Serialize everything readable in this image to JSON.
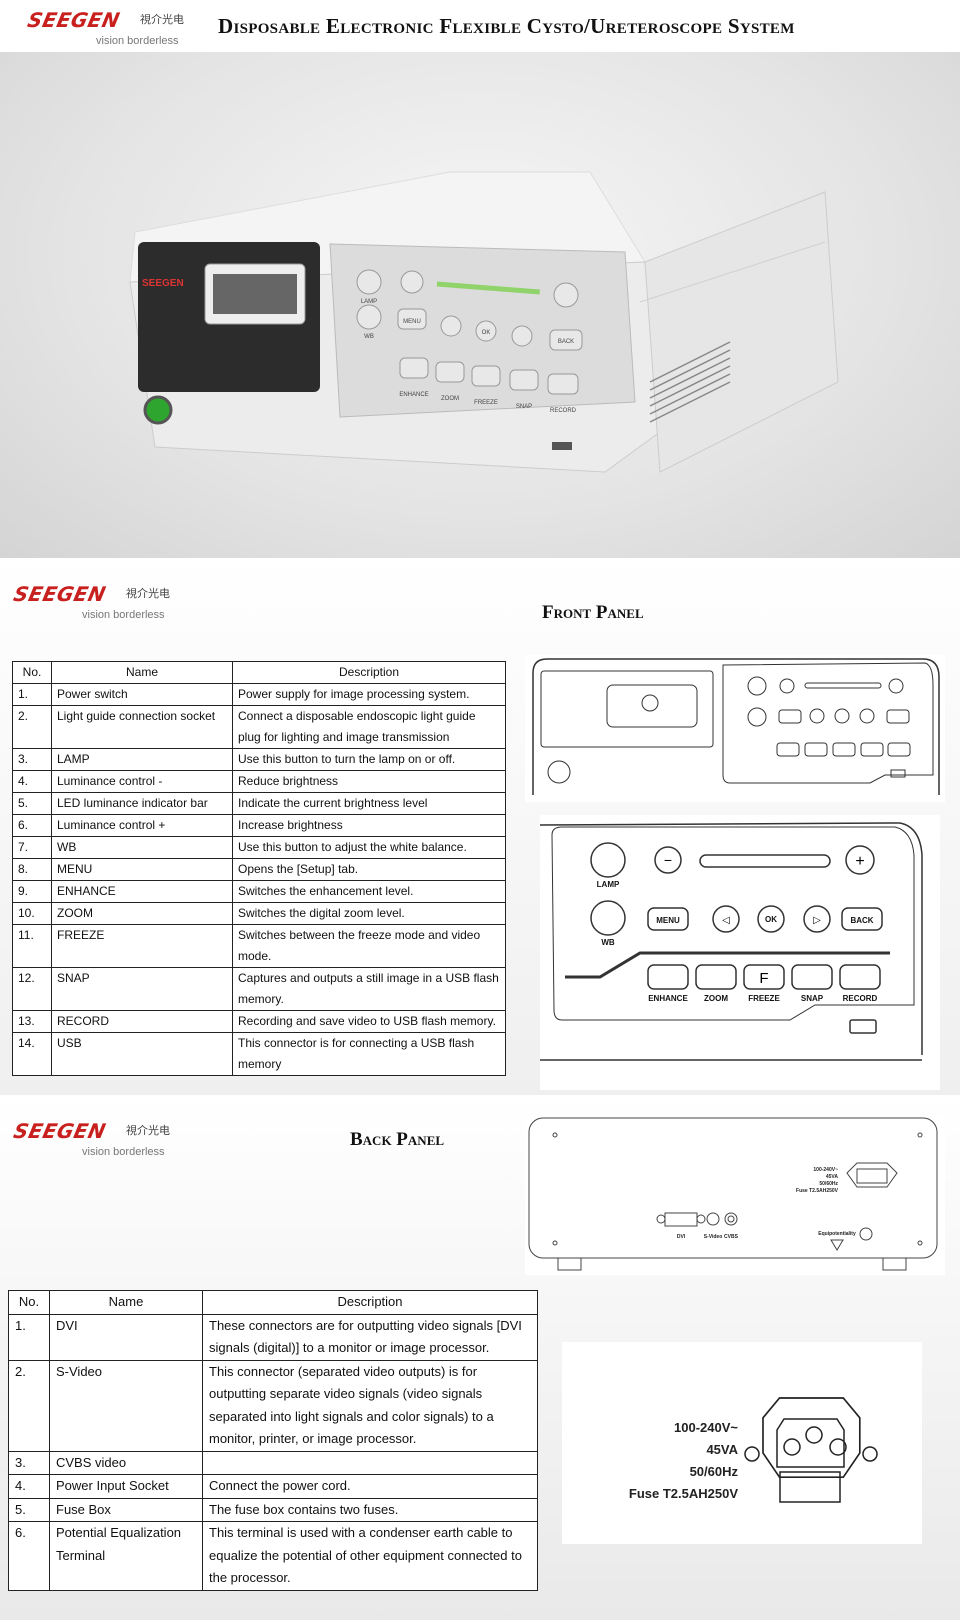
{
  "brand": {
    "name": "SEEGEN",
    "chinese": "視介光电",
    "tagline": "vision borderless"
  },
  "header": {
    "title": "Disposable Electronic Flexible Cysto/Ureteroscope System"
  },
  "device": {
    "brand": "SEEGEN",
    "buttons": {
      "lamp": "LAMP",
      "wb": "WB",
      "menu": "MENU",
      "ok": "OK",
      "back": "BACK",
      "enhance": "ENHANCE",
      "zoom": "ZOOM",
      "freeze": "FREEZE",
      "snap": "SNAP",
      "record": "RECORD",
      "freeze_glyph": "F"
    },
    "led_level": 0.75
  },
  "front": {
    "title": "Front Panel",
    "columns": [
      "No.",
      "Name",
      "Description"
    ],
    "rows": [
      {
        "no": "1.",
        "name": "Power switch",
        "desc": "Power supply for image processing system."
      },
      {
        "no": "2.",
        "name": "Light guide connection socket",
        "desc": "Connect a disposable endoscopic light guide plug for lighting and image transmission"
      },
      {
        "no": "3.",
        "name": "LAMP",
        "desc": "Use this button to turn the lamp on or off."
      },
      {
        "no": "4.",
        "name": "Luminance control -",
        "desc": "Reduce brightness"
      },
      {
        "no": "5.",
        "name": "LED luminance indicator bar",
        "desc": "Indicate the current brightness level"
      },
      {
        "no": "6.",
        "name": "Luminance control +",
        "desc": "Increase brightness"
      },
      {
        "no": "7.",
        "name": "WB",
        "desc": "Use this button to adjust the white balance."
      },
      {
        "no": "8.",
        "name": "MENU",
        "desc": "Opens the [Setup] tab."
      },
      {
        "no": "9.",
        "name": "ENHANCE",
        "desc": "Switches the enhancement level."
      },
      {
        "no": "10.",
        "name": "ZOOM",
        "desc": "Switches the digital zoom level."
      },
      {
        "no": "11.",
        "name": "FREEZE",
        "desc": "Switches between the freeze mode and video mode."
      },
      {
        "no": "12.",
        "name": "SNAP",
        "desc": "Captures and outputs a still image in a USB flash memory."
      },
      {
        "no": "13.",
        "name": "RECORD",
        "desc": "Recording and save video to USB flash memory."
      },
      {
        "no": "14.",
        "name": "USB",
        "desc": "This connector is for connecting a USB flash memory"
      }
    ]
  },
  "back": {
    "title": "Back Panel",
    "port_labels": {
      "dvi": "DVI",
      "svideo": "S-Video",
      "cvbs": "CVBS",
      "equi": "Equipotentiality"
    },
    "power_spec": [
      "100-240V~",
      "45VA",
      "50/60Hz",
      "Fuse  T2.5AH250V"
    ],
    "columns": [
      "No.",
      "Name",
      "Description"
    ],
    "rows": [
      {
        "no": "1.",
        "name": "DVI",
        "desc": "These connectors are for outputting video signals [DVI signals (digital)] to a monitor or image processor."
      },
      {
        "no": "2.",
        "name": "S-Video",
        "desc": "This connector (separated video outputs) is for outputting separate video signals (video signals separated into light signals and color signals) to a monitor, printer, or image processor."
      },
      {
        "no": "3.",
        "name": "CVBS video",
        "desc": ""
      },
      {
        "no": "4.",
        "name": "Power Input Socket",
        "desc": "Connect the power cord."
      },
      {
        "no": "5.",
        "name": "Fuse Box",
        "desc": "The fuse box contains two fuses."
      },
      {
        "no": "6.",
        "name": "Potential Equalization Terminal",
        "desc": "This terminal is used with a condenser earth cable to equalize the potential of other equipment connected to the processor."
      }
    ]
  }
}
